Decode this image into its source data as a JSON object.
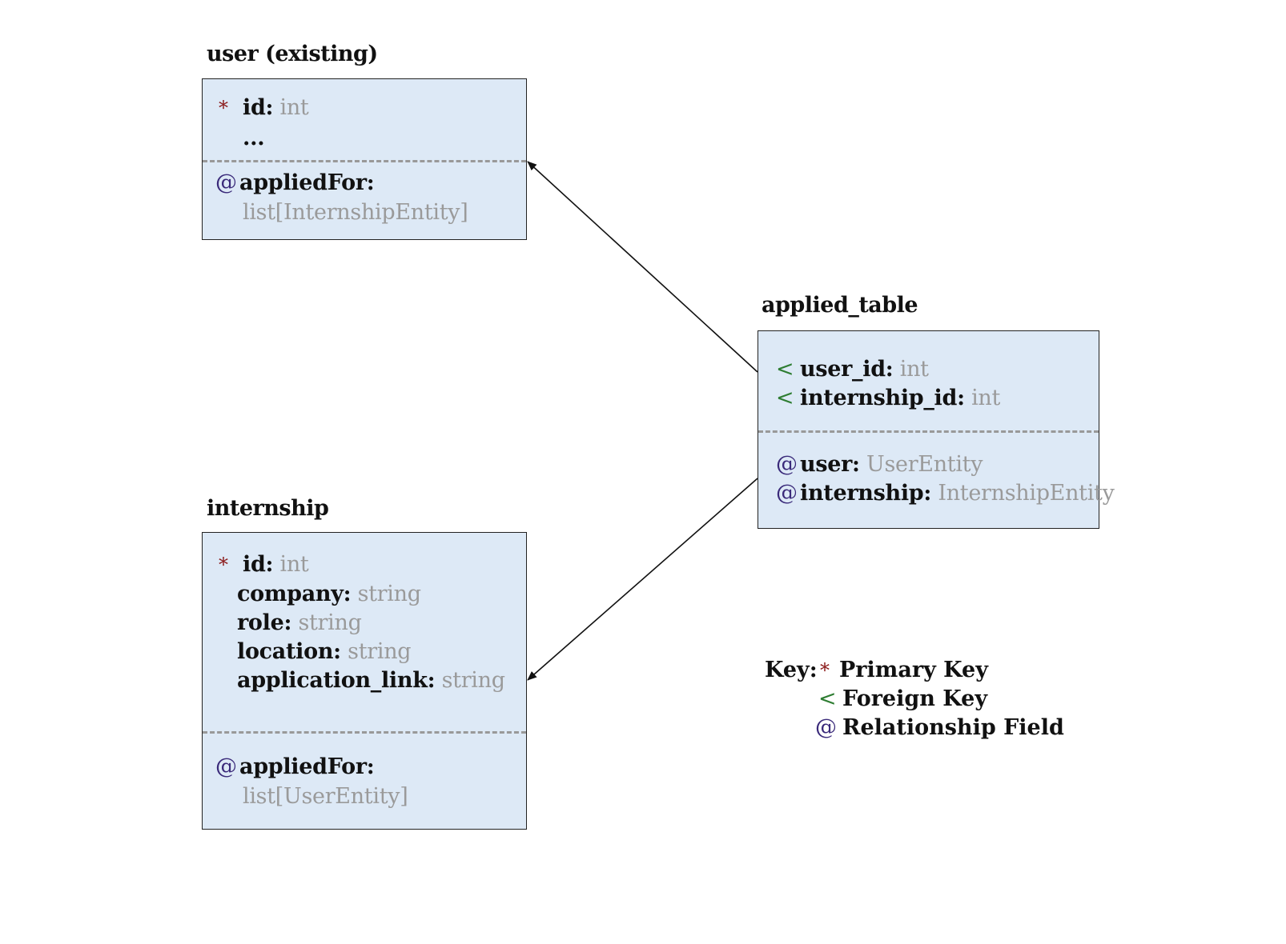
{
  "entities": {
    "user": {
      "title": "user (existing)",
      "fields": [
        {
          "mark": "*",
          "name": "id:",
          "type": "int"
        },
        {
          "mark": "",
          "name": "...",
          "type": ""
        }
      ],
      "relations": [
        {
          "mark": "@",
          "name": "appliedFor:",
          "type": "list[InternshipEntity]"
        }
      ]
    },
    "applied_table": {
      "title": "applied_table",
      "fields": [
        {
          "mark": "<",
          "name": "user_id:",
          "type": "int"
        },
        {
          "mark": "<",
          "name": "internship_id:",
          "type": "int"
        }
      ],
      "relations": [
        {
          "mark": "@",
          "name": "user:",
          "type": "UserEntity"
        },
        {
          "mark": "@",
          "name": "internship:",
          "type": "InternshipEntity"
        }
      ]
    },
    "internship": {
      "title": "internship",
      "fields": [
        {
          "mark": "*",
          "name": "id:",
          "type": "int"
        },
        {
          "mark": "",
          "name": "company:",
          "type": "string"
        },
        {
          "mark": "",
          "name": "role:",
          "type": "string"
        },
        {
          "mark": "",
          "name": "location:",
          "type": "string"
        },
        {
          "mark": "",
          "name": "application_link:",
          "type": "string"
        }
      ],
      "relations": [
        {
          "mark": "@",
          "name": "appliedFor:",
          "type": "list[UserEntity]"
        }
      ]
    }
  },
  "legend": {
    "label": "Key:",
    "items": [
      {
        "mark": "*",
        "text": "Primary Key"
      },
      {
        "mark": "<",
        "text": "Foreign Key"
      },
      {
        "mark": "@",
        "text": "Relationship Field"
      }
    ]
  },
  "colors": {
    "box_fill": "#dde9f6",
    "primary_key": "#8b1a1a",
    "foreign_key": "#2e7d32",
    "relationship": "#3a2a7a",
    "type_text": "#9a9a9a"
  }
}
